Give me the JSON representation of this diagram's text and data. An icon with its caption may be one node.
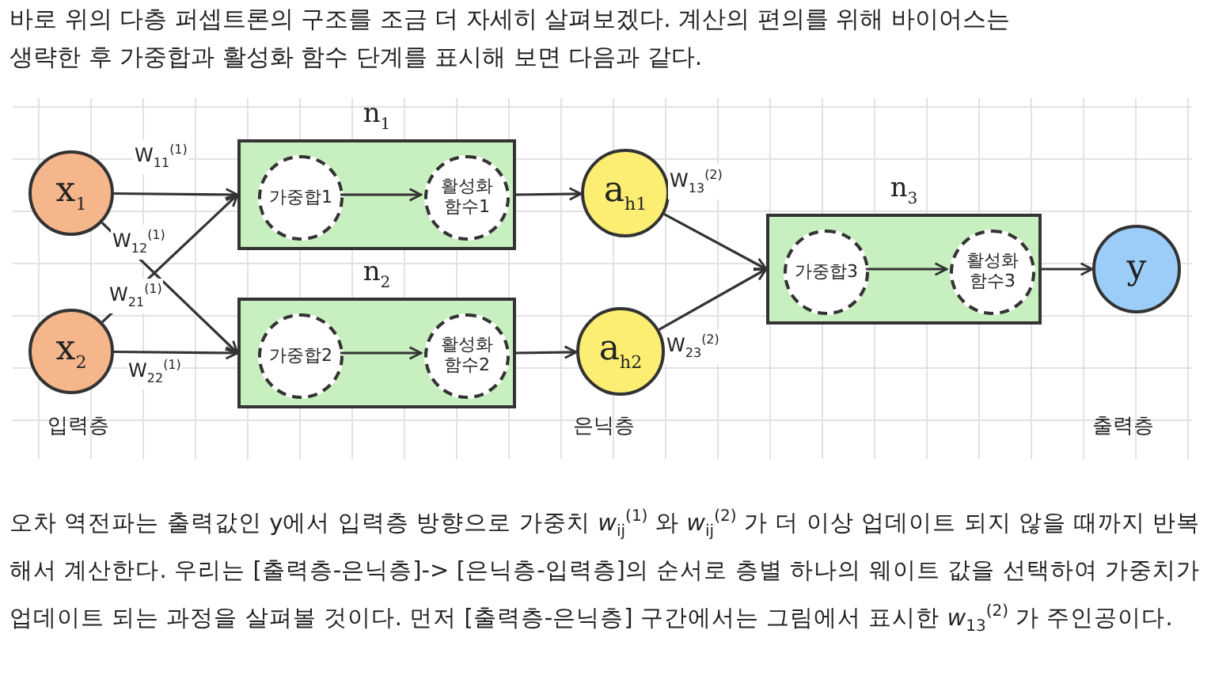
{
  "diagram": {
    "nodes": [
      {
        "text": [
          "x$_{1}$"
        ]
      },
      {
        "text": [
          "x$_{2}$"
        ]
      },
      {
        "text": [
          "n$_{1}$"
        ]
      },
      {
        "text": [
          "가중합1"
        ],
        "in": 2
      },
      {
        "text": [
          "활성화 함수1"
        ],
        "in": 2
      },
      {
        "text": [
          "n$_{2}$"
        ]
      },
      {
        "text": [
          "가중합2"
        ],
        "in": 5
      },
      {
        "text": [
          "활성화 함수2"
        ],
        "in": 5
      },
      {
        "text": [
          "a$_{h1}$"
        ]
      },
      {
        "text": [
          "a$_{h2}$"
        ]
      },
      {
        "text": [
          "n$_{3}$"
        ]
      },
      {
        "text": [
          "가중합3"
        ],
        "in": 10
      },
      {
        "text": [
          "활성화 함수3"
        ],
        "in": 10
      },
      {
        "text": [
          "y"
        ]
      }
    ],
    "edges": [
      {
        "from": 0,
        "to": 2,
        "arrow": "to",
        "label": "W$_{11}$$^{(1)}$"
      },
      {
        "from": 0,
        "to": 5,
        "arrow": "to",
        "label": "W$_{12}$$^{(1)}$"
      },
      {
        "from": 1,
        "to": 2,
        "arrow": "to",
        "label": "W$_{21}$$^{(1)}$"
      },
      {
        "from": 1,
        "to": 5,
        "arrow": "to",
        "label": "W$_{22}$$^{(1)}$"
      },
      {
        "from": 3,
        "to": 4,
        "arrow": "to"
      },
      {
        "from": 2,
        "to": 8,
        "arrow": "to"
      },
      {
        "from": 6,
        "to": 7,
        "arrow": "to"
      },
      {
        "from": 5,
        "to": 9,
        "arrow": "to"
      },
      {
        "from": 8,
        "to": 10,
        "arrow": "to",
        "label": "W$_{13}$$^{(2)}$"
      },
      {
        "from": 9,
        "to": 10,
        "arrow": "to",
        "label": "W$_{23}$$^{(2)}$"
      },
      {
        "from": 11,
        "to": 12,
        "arrow": "to"
      },
      {
        "from": 10,
        "to": 13,
        "arrow": "to"
      }
    ],
    "labels": [
      "바로 위의 다층 퍼셉트론의 구조를 조금 더 자세히 살펴보겠다. 계산의 편의를 위해 바이어스는 생략한 후 가중합과 활성화 함수 단계를 표시해 보면 다음과 같다.",
      "입력층",
      "은닉층",
      "출력층",
      "오차 역전파는 출력값인 y에서 입력층 방향으로 가중치 *w*$_{ij}$$^{(1)}$ 와 *w*$_{ij}$$^{(2)}$ 가 더 이상 업데이트 되지 않을 때까지 반복해서 계산한다. 우리는 [출력층-은닉층]-> [은닉층-입력층]의 순서로 층별 하나의 웨이트 값을 선택하여 가중치가 업데이트 되는 과정을 살펴볼 것이다. 먼저 [출력층-은닉층] 구간에서는 그림에서 표시한 *w*$_{13}$$^{(2)}$ 가 주인공이다."
    ]
  }
}
